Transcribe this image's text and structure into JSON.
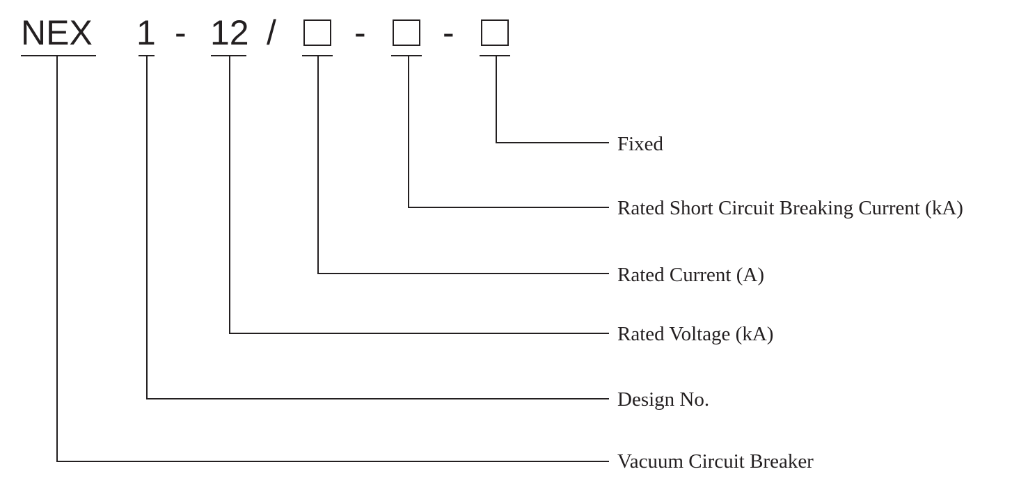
{
  "model_code": {
    "prefix": "NEX",
    "design_no": "1",
    "separator_1": "-",
    "voltage": "12",
    "separator_2": "/",
    "separator_3": "-",
    "separator_4": "-"
  },
  "labels": {
    "fixed": "Fixed",
    "breaking_current": "Rated Short Circuit Breaking Current (kA)",
    "rated_current": "Rated Current (A)",
    "rated_voltage": "Rated Voltage (kA)",
    "design_no": "Design No.",
    "breaker_type": "Vacuum Circuit Breaker"
  },
  "colors": {
    "ink": "#231f20",
    "background": "#ffffff"
  }
}
